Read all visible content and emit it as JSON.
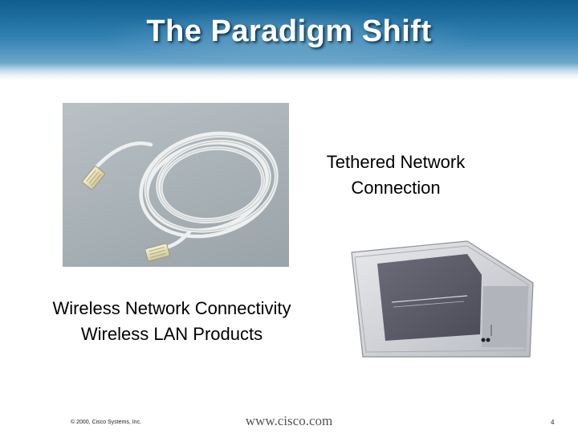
{
  "slide": {
    "title": "The Paradigm Shift",
    "tethered_line1": "Tethered Network",
    "tethered_line2": "Connection",
    "wireless_line1": "Wireless Network Connectivity",
    "wireless_line2": "Wireless LAN Products"
  },
  "footer": {
    "copyright": "© 2000, Cisco Systems, Inc.",
    "url": "www.cisco.com",
    "page_number": "4"
  },
  "images": {
    "cable": "ethernet-cable-icon",
    "card": "wireless-pc-card-icon"
  },
  "colors": {
    "header_top": "#0f5d8e",
    "header_bottom": "#cfe2ee",
    "title_text": "#ffffff"
  }
}
